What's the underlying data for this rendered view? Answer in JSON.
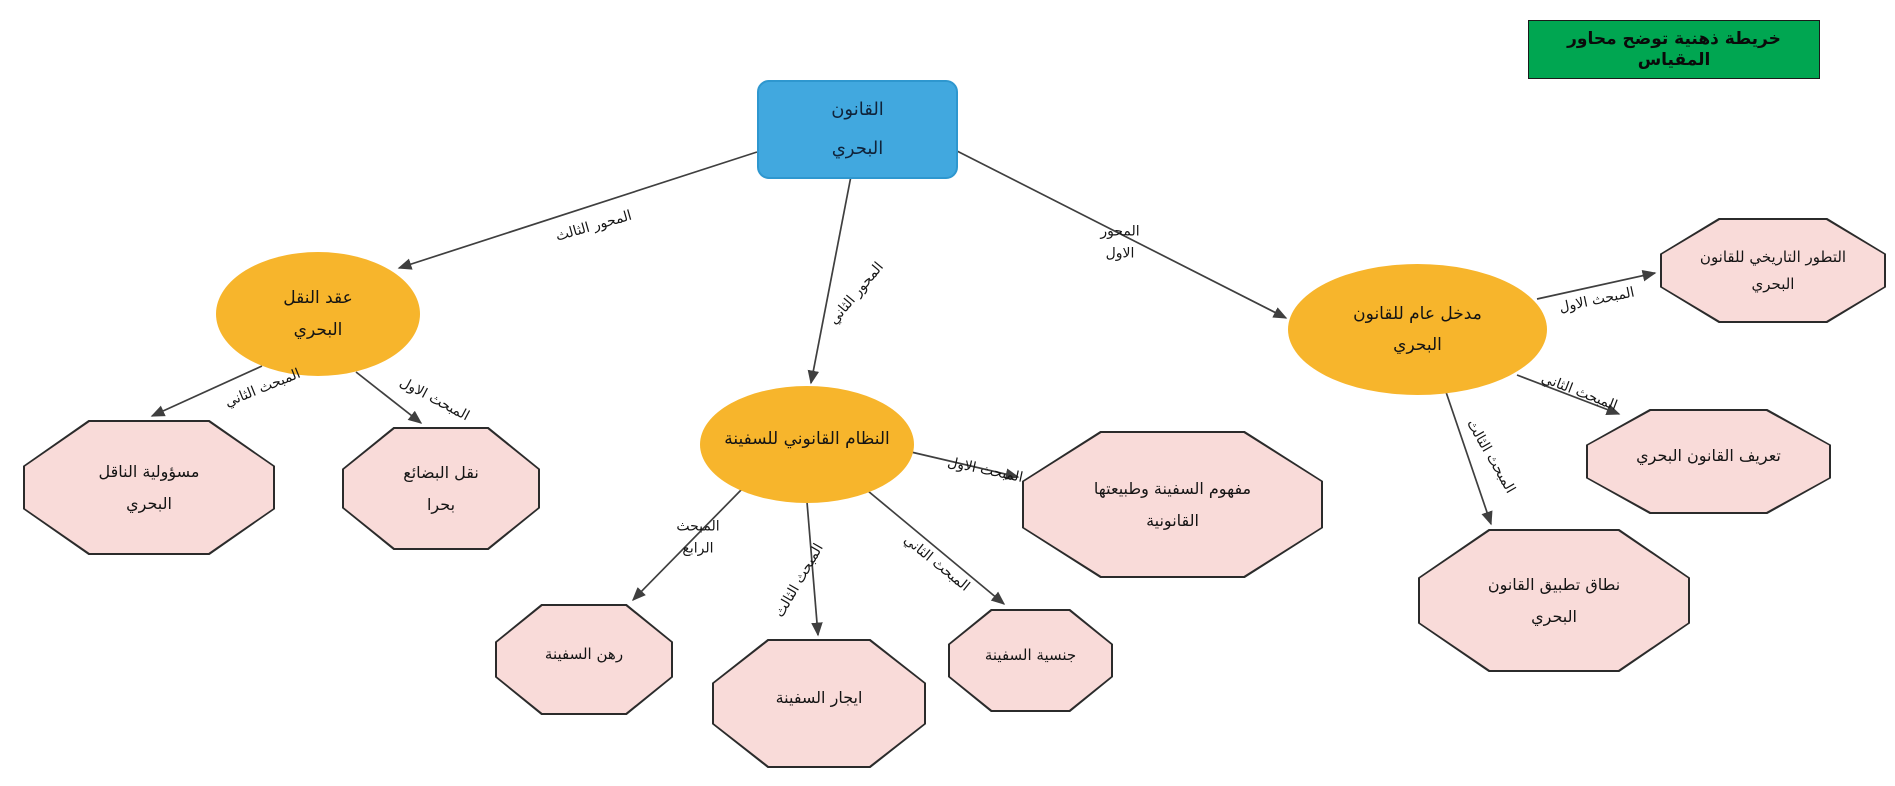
{
  "colors": {
    "root_fill": "#41a8df",
    "axis_fill": "#f7b52c",
    "topic_fill": "#f9dbd9",
    "title_fill": "#00a651",
    "edge_color": "#3f3f3f"
  },
  "title_box": {
    "label": "خريطة ذهنية توضح محاور المقياس"
  },
  "root_node": {
    "line1": "القانون",
    "line2": "البحري"
  },
  "axis_nodes": [
    {
      "line1": "مدخل عام للقانون",
      "line2": "البحري"
    },
    {
      "line1": "النظام القانوني للسفينة"
    },
    {
      "line1": "عقد النقل",
      "line2": "البحري"
    }
  ],
  "topic_nodes": [
    {
      "line1": "التطور التاريخي للقانون",
      "line2": "البحري"
    },
    {
      "line1": "تعريف القانون البحري"
    },
    {
      "line1": "نطاق تطبيق القانون",
      "line2": "البحري"
    },
    {
      "line1": "مفهوم السفينة وطبيعتها",
      "line2": "القانونية"
    },
    {
      "line1": "جنسية السفينة"
    },
    {
      "line1": "ايجار السفينة"
    },
    {
      "line1": "رهن السفينة"
    },
    {
      "line1": "نقل البضائع",
      "line2": "بحرا"
    },
    {
      "line1": "مسؤولية الناقل",
      "line2": "البحري"
    }
  ],
  "edge_labels": [
    {
      "line1": "المحور الثالث"
    },
    {
      "line1": "المحور الثاني"
    },
    {
      "line1": "المحور",
      "line2": "الاول"
    },
    {
      "line1": "المبحث الثاني"
    },
    {
      "line1": "المبحث الاول"
    },
    {
      "line1": "المبحث",
      "line2": "الرابع"
    },
    {
      "line1": "المبحث الثالث"
    },
    {
      "line1": "المبحث الثاني"
    },
    {
      "line1": "المبحث الاول"
    },
    {
      "line1": "المبحث الاول"
    },
    {
      "line1": "المبحث الثاني"
    },
    {
      "line1": "المبحث الثالث"
    }
  ]
}
